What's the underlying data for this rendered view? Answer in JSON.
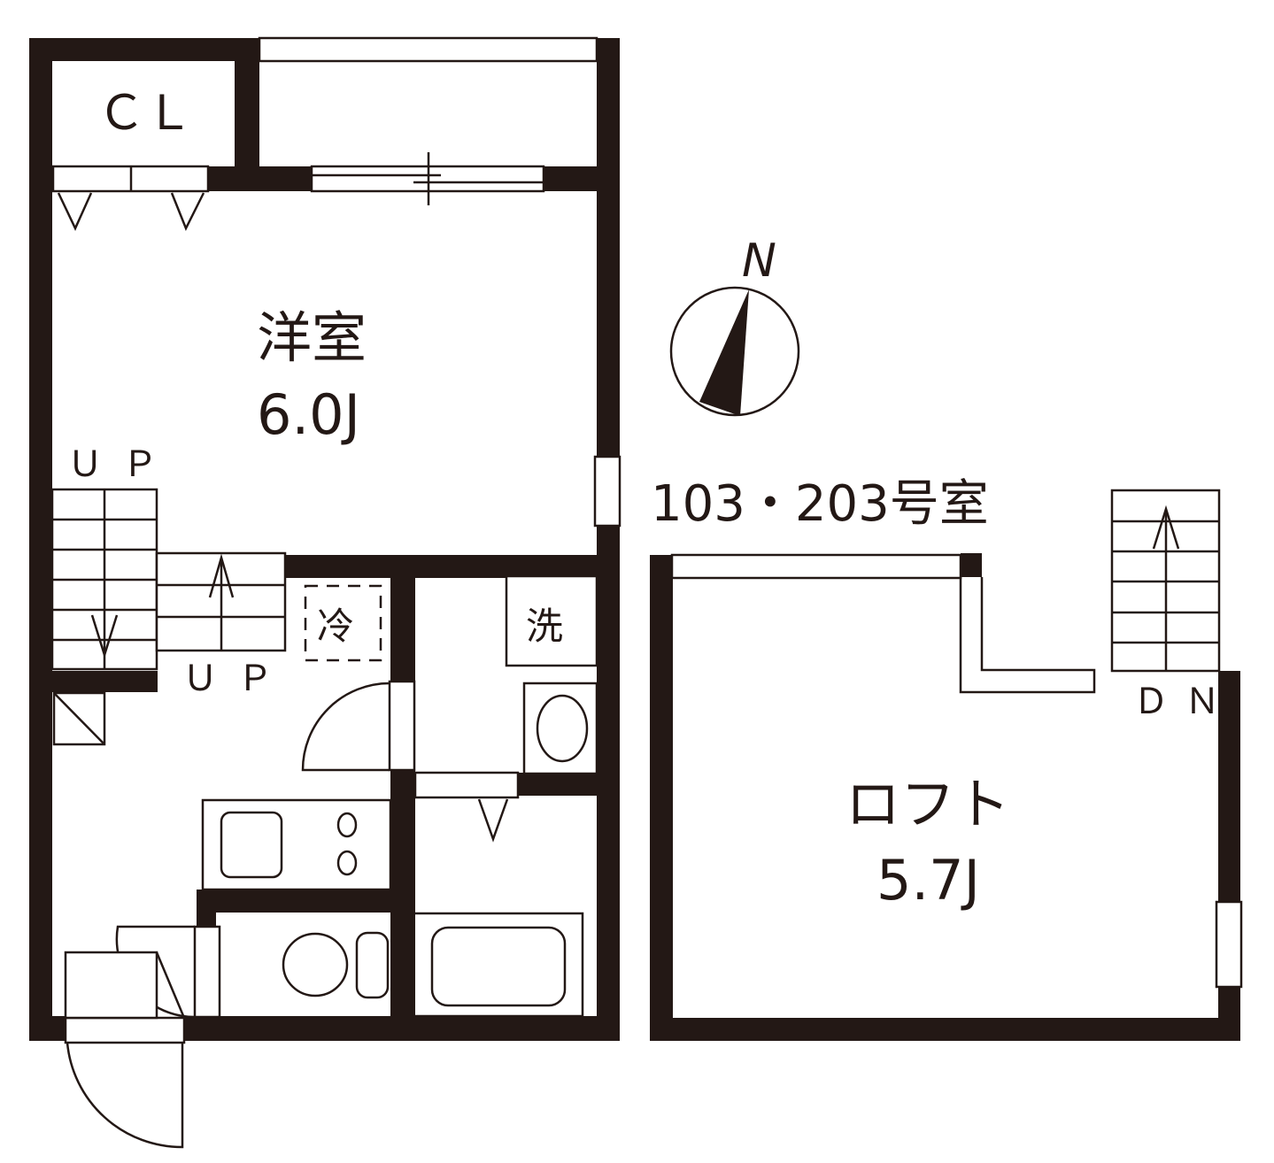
{
  "title": "103・203号室",
  "compass": {
    "label": "N"
  },
  "floor1": {
    "rooms": {
      "western_room": {
        "name": "洋室",
        "size": "6.0J"
      },
      "closet": {
        "label": "ＣＬ"
      }
    },
    "stairs": {
      "upper_label": "ＵＰ",
      "lower_label": "ＵＰ"
    },
    "fixtures": {
      "fridge": "冷",
      "washer": "洗"
    }
  },
  "loft": {
    "name": "ロフト",
    "size": "5.7J",
    "stairs_label": "ＤＮ"
  },
  "colors": {
    "wall": "#231815",
    "background": "#ffffff"
  }
}
